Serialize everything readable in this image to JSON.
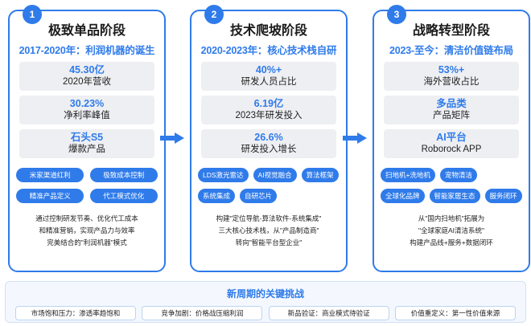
{
  "stages": [
    {
      "number": "1",
      "title": "极致单品阶段",
      "subtitle": "2017-2020年：利润机器的诞生",
      "metrics": [
        {
          "value": "45.30亿",
          "label": "2020年营收"
        },
        {
          "value": "30.23%",
          "label": "净利率峰值"
        },
        {
          "value": "石头S5",
          "label": "爆款产品"
        }
      ],
      "tags": [
        "米家渠道红利",
        "极致成本控制",
        "精准产品定义",
        "代工模式优化"
      ],
      "description": [
        "通过控制研发节奏、优化代工成本",
        "和精准营销，实现产品力与效率",
        "完美结合的\"利润机器\"模式"
      ]
    },
    {
      "number": "2",
      "title": "技术爬坡阶段",
      "subtitle": "2020-2023年：核心技术栈自研",
      "metrics": [
        {
          "value": "40%+",
          "label": "研发人员占比"
        },
        {
          "value": "6.19亿",
          "label": "2023年研发投入"
        },
        {
          "value": "26.6%",
          "label": "研发投入增长"
        }
      ],
      "tags": [
        "LDS激光雷达",
        "AI视觉融合",
        "算法框架",
        "系统集成",
        "自研芯片"
      ],
      "description": [
        "构建\"定位导航-算法软件-系统集成\"",
        "三大核心技术栈，从\"产品制造商\"",
        "转向\"智能平台型企业\""
      ]
    },
    {
      "number": "3",
      "title": "战略转型阶段",
      "subtitle": "2023-至今：清洁价值链布局",
      "metrics": [
        {
          "value": "53%+",
          "label": "海外营收占比"
        },
        {
          "value": "多品类",
          "label": "产品矩阵"
        },
        {
          "value": "AI平台",
          "label": "Roborock APP"
        }
      ],
      "tags": [
        "扫地机+洗地机",
        "宠物清洁",
        "全球化品牌",
        "智能家居生态",
        "服务闭环"
      ],
      "description": [
        "从\"国内扫地机\"拓展为",
        "\"全球家庭AI清洁系统\"",
        "构建产品线+服务+数据闭环"
      ]
    }
  ],
  "bottom": {
    "title": "新周期的关键挑战",
    "challenges": [
      "市场饱和压力：渗透率趋饱和",
      "竞争加剧：价格战压缩利润",
      "新品验证：商业模式待验证",
      "价值重定义：第一性价值来源"
    ]
  },
  "colors": {
    "accent": "#2f7bea",
    "metric_bg": "#eeeff2"
  },
  "icons": {
    "arrow": "arrow-right-icon"
  }
}
